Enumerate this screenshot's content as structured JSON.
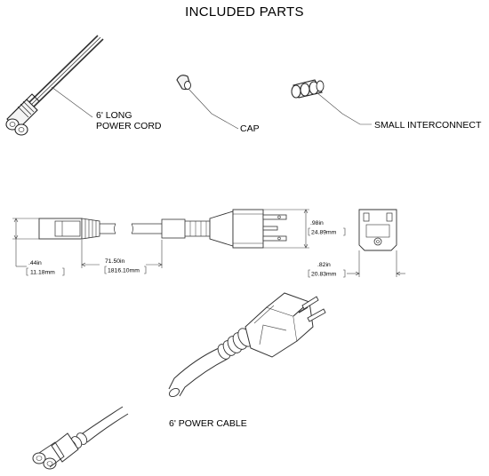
{
  "title": "INCLUDED PARTS",
  "parts": {
    "cord_label_line1": "6' LONG",
    "cord_label_line2": "POWER CORD",
    "cap_label": "CAP",
    "interconnect_label": "SMALL INTERCONNECT"
  },
  "dimensions": {
    "end_height_in": ".44in",
    "end_height_mm": "11.18mm",
    "length_in": "71.50in",
    "length_mm": "1816.10mm",
    "plug_height_in": ".98in",
    "plug_height_mm": "24.89mm",
    "side_width_in": ".82in",
    "side_width_mm": "20.83mm"
  },
  "cable_label": "6' POWER CABLE"
}
